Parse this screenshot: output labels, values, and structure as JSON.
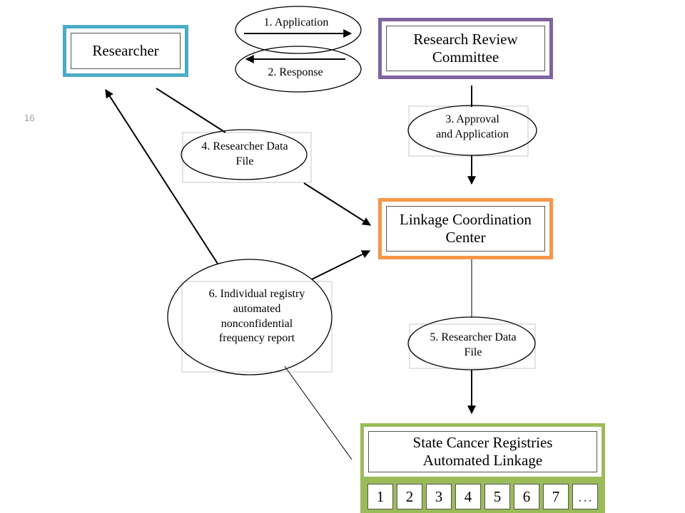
{
  "page_number": "16",
  "boxes": {
    "researcher": "Researcher",
    "review_committee": "Research Review\nCommittee",
    "linkage_center": "Linkage Coordination\nCenter",
    "state_registries": "State Cancer Registries\nAutomated Linkage"
  },
  "steps": {
    "application": "1. Application",
    "response": "2. Response",
    "approval": "3. Approval\nand Application",
    "researcher_file_4": "4. Researcher Data\nFile",
    "researcher_file_5": "5. Researcher Data\nFile",
    "frequency_report": "6. Individual registry\nautomated\nnonconfidential\nfrequency report"
  },
  "registry_cells": [
    "1",
    "2",
    "3",
    "4",
    "5",
    "6",
    "7",
    "…"
  ],
  "colors": {
    "researcher": "#4aacc6",
    "review_committee": "#8064a2",
    "linkage_center": "#f79646",
    "state_registries": "#9bbb59"
  }
}
